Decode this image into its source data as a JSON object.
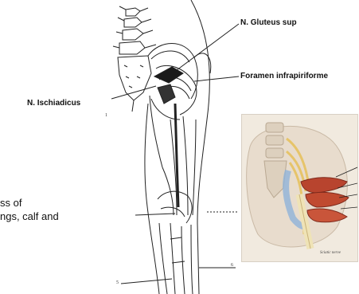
{
  "labels": {
    "gluteus_sup": "N. Gluteus sup",
    "foramen": "Foramen infrapiriforme",
    "ischiadicus": "N. Ischiadicus"
  },
  "body_text": {
    "line1": "ss of",
    "line2": "ngs, calf and"
  },
  "inset": {
    "caption": "Sciatic nerve"
  },
  "line_labels": {
    "one": "1",
    "five": "5",
    "six": "6"
  }
}
